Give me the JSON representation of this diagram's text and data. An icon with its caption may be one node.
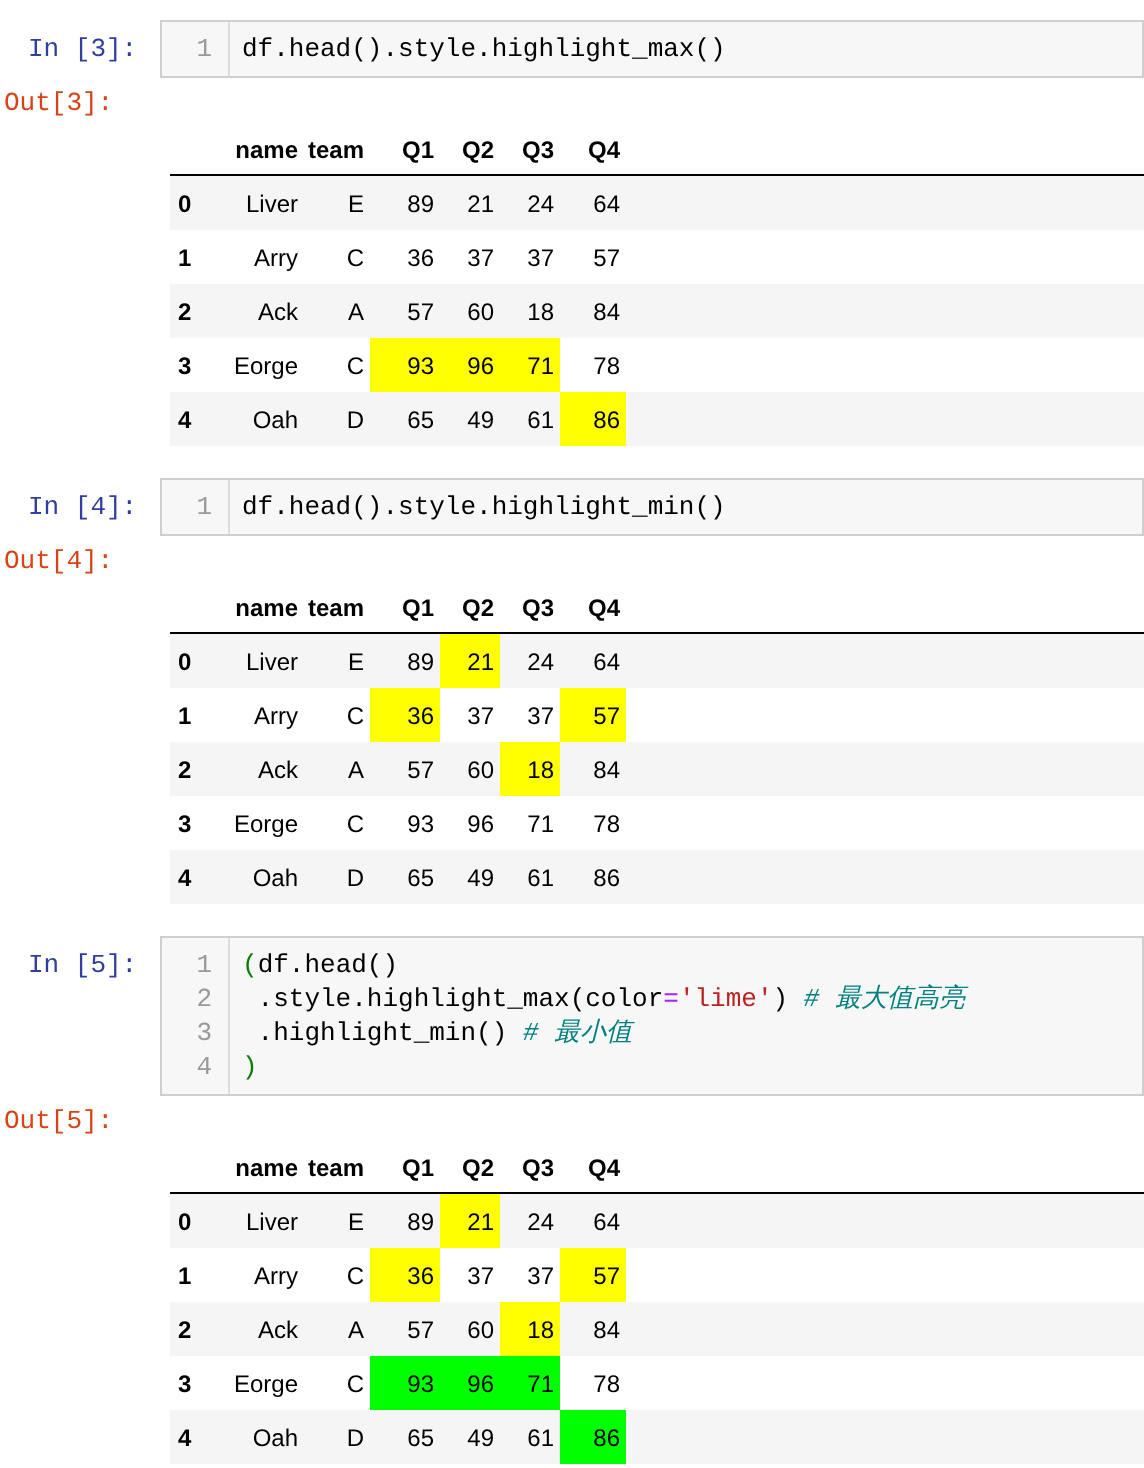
{
  "diagram": {
    "nodes": [
      {
        "text": [
          "df.head().style.highlight_max()"
        ]
      },
      {
        "text": [
          "df.head().style.highlight_min()"
        ]
      },
      {
        "text": [
          "(df.head()",
          " .style.highlight_max(color='lime') # 最大值高亮",
          " .highlight_min() # 最小值",
          ")"
        ]
      }
    ],
    "labels": [
      "In [3]:",
      "1",
      "Out[3]:",
      "name",
      "team",
      "Q1",
      "Q2",
      "Q3",
      "Q4",
      "0",
      "Liver",
      "E",
      "89",
      "21",
      "24",
      "64",
      "1",
      "Arry",
      "C",
      "36",
      "37",
      "37",
      "57",
      "2",
      "Ack",
      "A",
      "57",
      "60",
      "18",
      "84",
      "3",
      "Eorge",
      "C",
      "93",
      "96",
      "71",
      "78",
      "4",
      "Oah",
      "D",
      "65",
      "49",
      "61",
      "86",
      "In [4]:",
      "1",
      "Out[4]:",
      "name",
      "team",
      "Q1",
      "Q2",
      "Q3",
      "Q4",
      "0",
      "Liver",
      "E",
      "89",
      "21",
      "24",
      "64",
      "1",
      "Arry",
      "C",
      "36",
      "37",
      "37",
      "57",
      "2",
      "Ack",
      "A",
      "57",
      "60",
      "18",
      "84",
      "3",
      "Eorge",
      "C",
      "93",
      "96",
      "71",
      "78",
      "4",
      "Oah",
      "D",
      "65",
      "49",
      "61",
      "86",
      "In [5]:",
      "1",
      "2",
      "3",
      "4",
      "Out[5]:",
      "name",
      "team",
      "Q1",
      "Q2",
      "Q3",
      "Q4",
      "0",
      "Liver",
      "E",
      "89",
      "21",
      "24",
      "64",
      "1",
      "Arry",
      "C",
      "36",
      "37",
      "37",
      "57",
      "2",
      "Ack",
      "A",
      "57",
      "60",
      "18",
      "84",
      "3",
      "Eorge",
      "C",
      "93",
      "96",
      "71",
      "78",
      "4",
      "Oah",
      "D",
      "65",
      "49",
      "61",
      "86"
    ]
  }
}
